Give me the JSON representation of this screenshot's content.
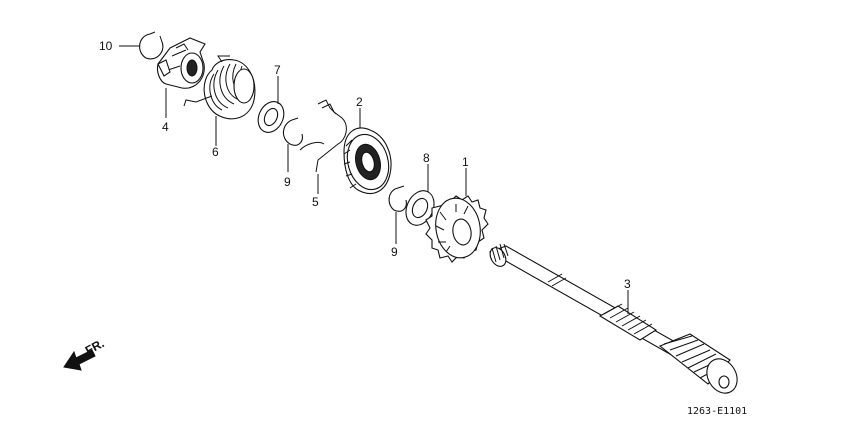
{
  "diagram": {
    "callouts": {
      "p1": "1",
      "p2": "2",
      "p3": "3",
      "p4": "4",
      "p5": "5",
      "p6": "6",
      "p7": "7",
      "p8": "8",
      "p9a": "9",
      "p9b": "9",
      "p10": "10"
    },
    "direction_label": "FR.",
    "figure_code": "1263-E1101"
  }
}
